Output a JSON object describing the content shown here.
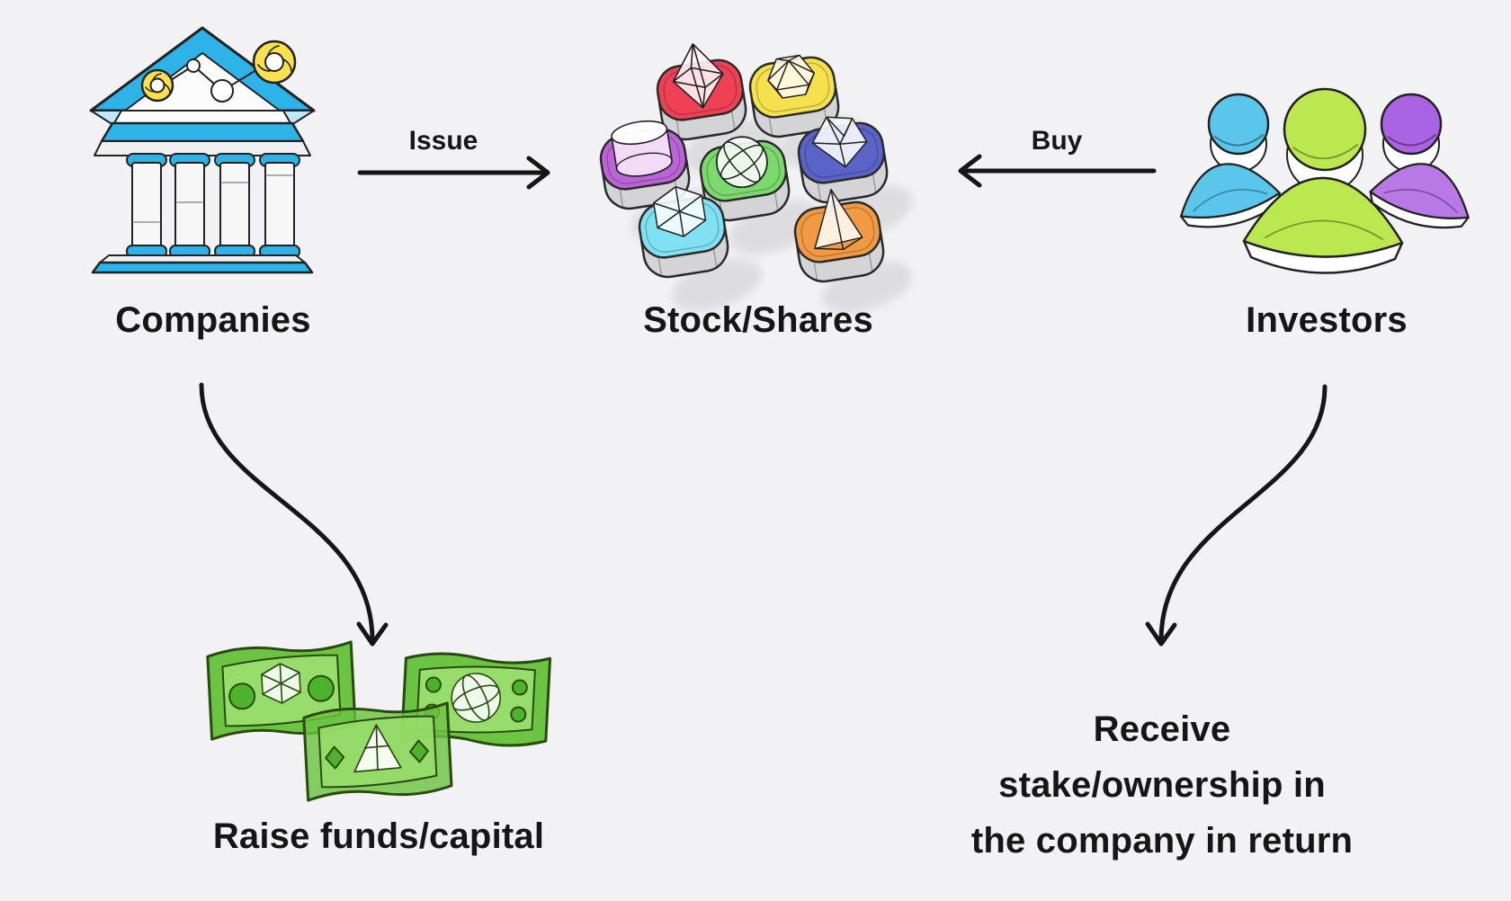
{
  "nodes": {
    "companies": {
      "label": "Companies",
      "icon": "bank-building-icon"
    },
    "stock_shares": {
      "label": "Stock/Shares",
      "icon": "stock-blocks-icon"
    },
    "investors": {
      "label": "Investors",
      "icon": "investors-group-icon"
    },
    "raise_funds": {
      "label": "Raise funds/capital",
      "icon": "money-bills-icon"
    },
    "receive_stake": {
      "label": "Receive\nstake/ownership in\nthe company in return"
    }
  },
  "edges": {
    "issue": {
      "label": "Issue",
      "from": "companies",
      "to": "stock_shares",
      "style": "straight-right"
    },
    "buy": {
      "label": "Buy",
      "from": "investors",
      "to": "stock_shares",
      "style": "straight-left"
    },
    "companies_to_raise": {
      "from": "companies",
      "to": "raise_funds",
      "style": "s-curve-down"
    },
    "investors_to_receive": {
      "from": "investors",
      "to": "receive_stake",
      "style": "s-curve-down"
    }
  },
  "palette": {
    "background": "#f2f2f4",
    "ink": "#161616",
    "bank_blue": "#2eb3e9",
    "bank_blue_light": "#bfe9fa",
    "coin_yellow": "#f8e04e",
    "block_base_gray": "#d4d4d6",
    "block_red": "#ef4156",
    "block_yellow": "#f5e14d",
    "block_purple": "#bb64d8",
    "block_green": "#7cd96e",
    "block_blue": "#5a64c8",
    "block_cyan": "#80e1f2",
    "block_orange": "#f29a43",
    "person_cyan": "#5ac6ec",
    "person_lime": "#bce84f",
    "person_purple": "#aa63e2",
    "bill_green": "#6cc443",
    "bill_panel": "#97dd6b",
    "bill_dark_green": "#4eb32c",
    "bill_outline": "#2b4a12"
  }
}
